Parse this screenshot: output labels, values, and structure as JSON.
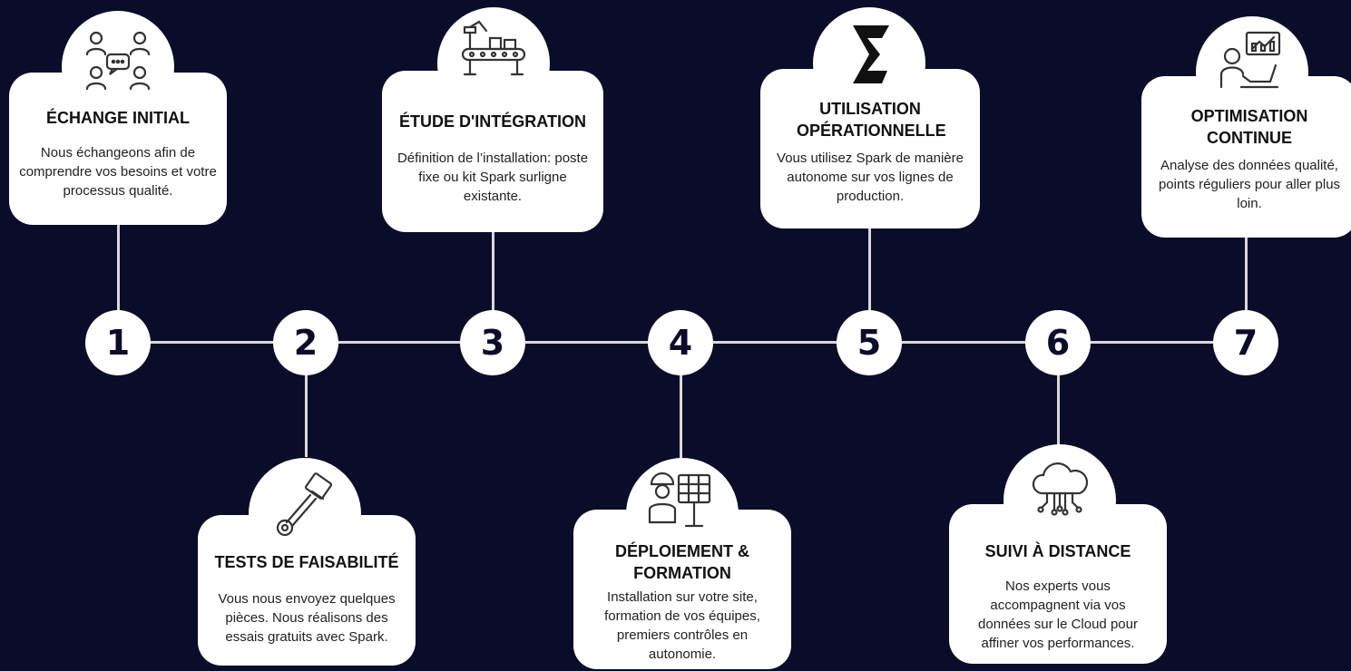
{
  "steps": [
    {
      "number": "1",
      "title": "ÉCHANGE INITIAL",
      "description": "Nous échangeons afin de comprendre vos besoins et votre processus qualité.",
      "icon": "people-chat-icon"
    },
    {
      "number": "2",
      "title": "TESTS DE FAISABILITÉ",
      "description": "Vous nous envoyez quelques pièces. Nous réalisons des essais gratuits avec Spark.",
      "icon": "piston-icon"
    },
    {
      "number": "3",
      "title": "ÉTUDE D'INTÉGRATION",
      "description": "Définition de l’installation: poste fixe ou kit Spark surligne existante.",
      "icon": "conveyor-robot-icon"
    },
    {
      "number": "4",
      "title": "DÉPLOIEMENT & FORMATION",
      "description": "Installation sur votre site, formation de vos équipes, premiers contrôles en autonomie.",
      "icon": "worker-panel-icon"
    },
    {
      "number": "5",
      "title": "UTILISATION OPÉRATIONNELLE",
      "description": "Vous utilisez Spark de manière autonome sur vos lignes de production.",
      "icon": "spark-logo-icon"
    },
    {
      "number": "6",
      "title": "SUIVI À DISTANCE",
      "description": "Nos experts vous accompagnent via vos données sur le Cloud pour affiner vos performances.",
      "icon": "cloud-network-icon"
    },
    {
      "number": "7",
      "title": "OPTIMISATION CONTINUE",
      "description": "Analyse des données qualité, points réguliers pour aller plus loin.",
      "icon": "analyst-laptop-icon"
    }
  ],
  "colors": {
    "background": "#0b0b2a",
    "card": "#ffffff",
    "line": "#d9d9d9",
    "text": "#111111"
  }
}
